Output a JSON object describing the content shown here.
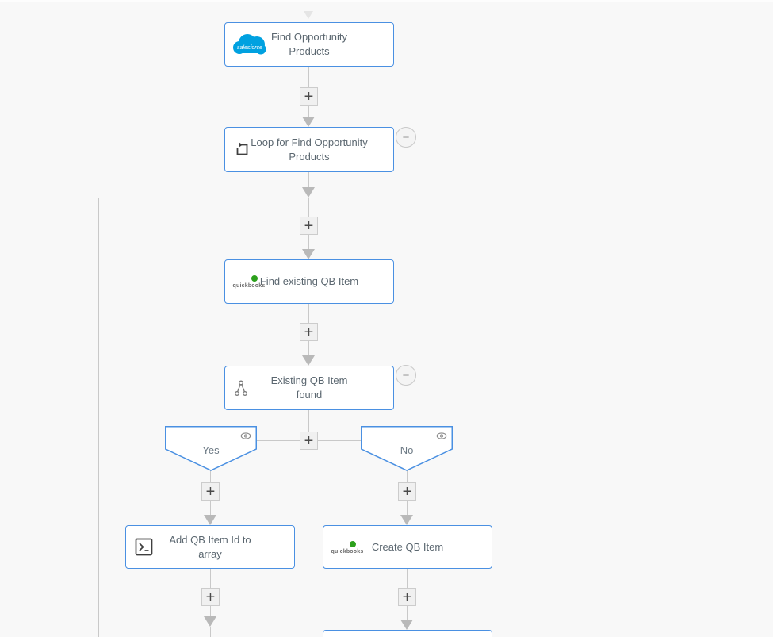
{
  "symbols": {
    "plus": "+",
    "minus": "−"
  },
  "flow": {
    "colors": {
      "canvas_bg": "#f8f8f8",
      "node_border": "#4a90e2",
      "connector": "#c9c9c9",
      "arrow": "#b9b9b9",
      "salesforce_blue": "#00a1e0",
      "quickbooks_green": "#2ca01c",
      "label_text": "#5b6770"
    },
    "nodes": {
      "find_opportunity_products": {
        "label": "Find Opportunity Products",
        "icon": "salesforce-logo",
        "brand": "salesforce"
      },
      "loop_for_find_opportunity_products": {
        "label": "Loop for Find Opportunity Products",
        "icon": "loop-icon"
      },
      "find_existing_qb_item": {
        "label": "Find existing QB Item",
        "icon": "quickbooks-logo",
        "brand": "quickbooks"
      },
      "existing_qb_item_found": {
        "label": "Existing QB Item found",
        "icon": "branch-icon"
      },
      "branch_yes": {
        "label": "Yes"
      },
      "branch_no": {
        "label": "No"
      },
      "add_qb_item_id_to_array": {
        "label": "Add QB Item Id to array",
        "icon": "terminal-icon"
      },
      "create_qb_item": {
        "label": "Create QB Item",
        "icon": "quickbooks-logo",
        "brand": "quickbooks"
      }
    }
  }
}
